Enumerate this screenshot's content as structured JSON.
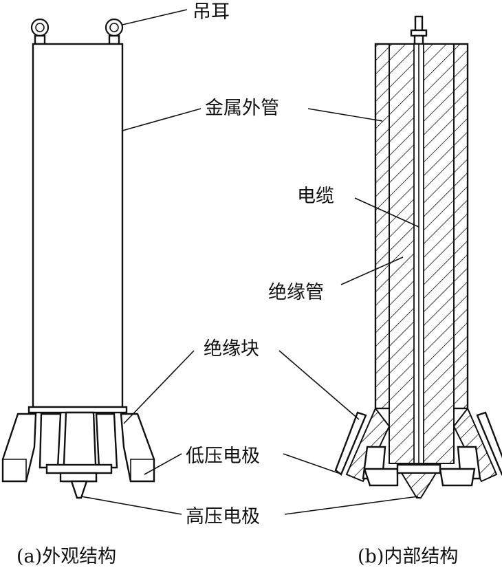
{
  "labels": {
    "lifting_ear": "吊耳",
    "metal_outer_tube": "金属外管",
    "cable": "电缆",
    "insulating_tube": "绝缘管",
    "insulating_block": "绝缘块",
    "low_voltage_electrode": "低压电极",
    "high_voltage_electrode": "高压电极"
  },
  "captions": {
    "left": "(a)外观结构",
    "right": "(b)内部结构"
  }
}
